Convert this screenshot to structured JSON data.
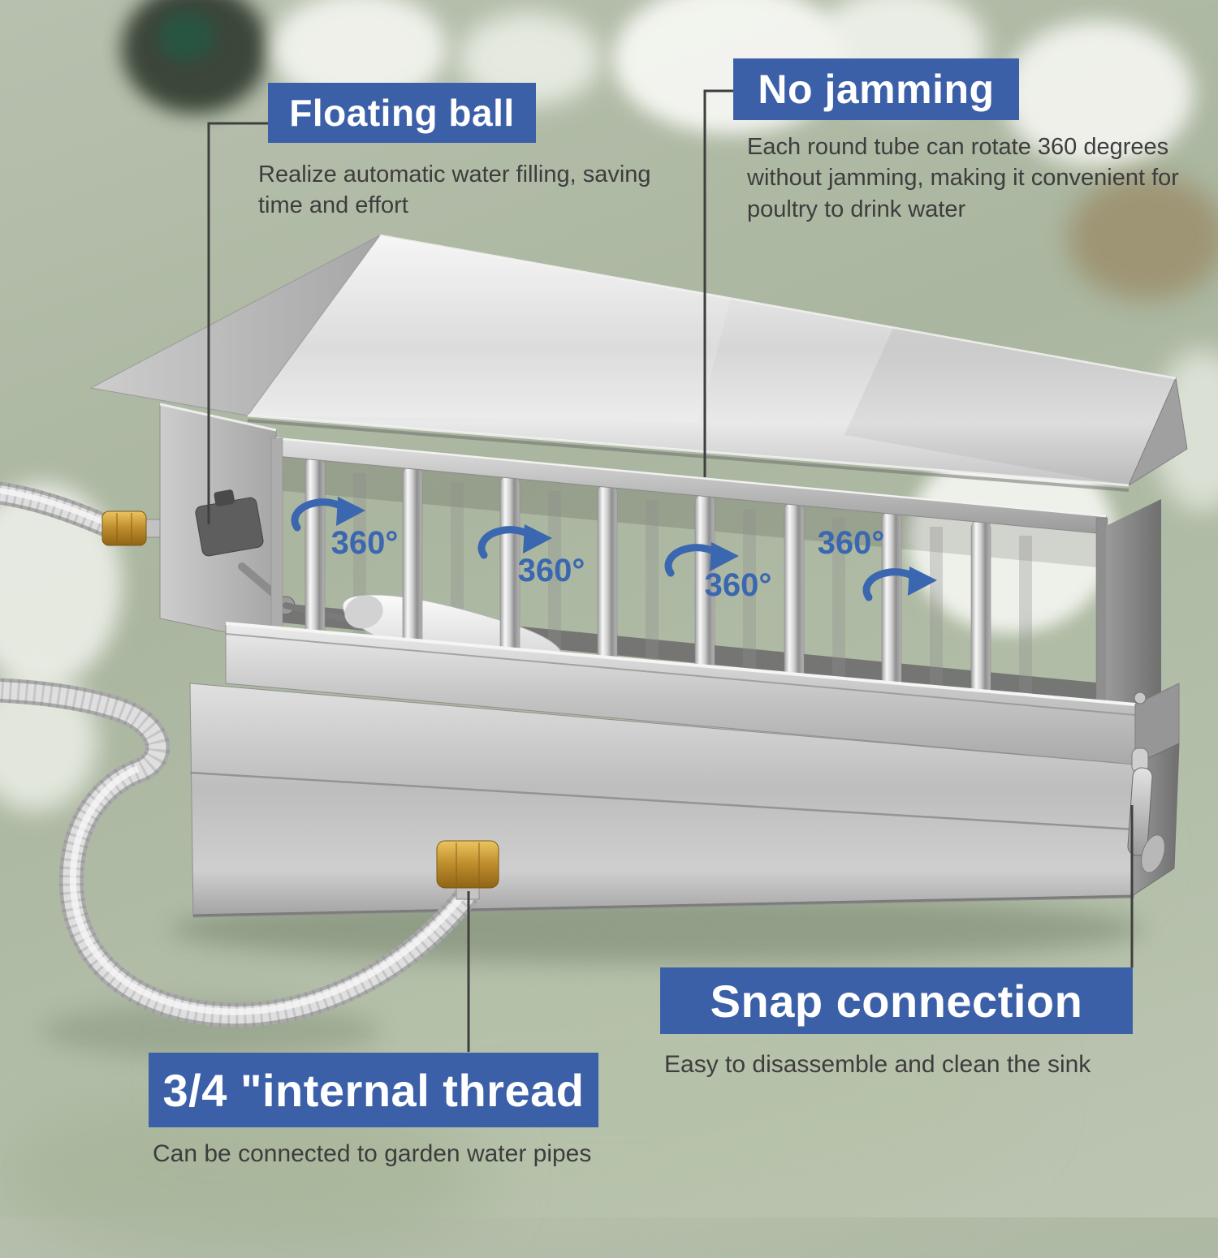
{
  "callouts": {
    "floating_ball": {
      "label": "Floating ball",
      "description": "Realize automatic water filling, saving\ntime and effort"
    },
    "no_jamming": {
      "label": "No jamming",
      "description": "Each round tube can rotate 360 degrees\nwithout jamming, making it convenient for\npoultry to drink water"
    },
    "snap_connection": {
      "label": "Snap connection",
      "description": "Easy to disassemble and clean the sink"
    },
    "internal_thread": {
      "label": "3/4 \"internal thread",
      "description": "Can be connected to garden water pipes"
    }
  },
  "product": {
    "rotation_label": "360°"
  },
  "icons": {
    "rotation_arrow": "rotation-arrow-icon"
  },
  "colors": {
    "badge_blue": "#3c60a8",
    "rotation_blue": "#3a67b0",
    "text_dark": "#3d3d3d"
  }
}
